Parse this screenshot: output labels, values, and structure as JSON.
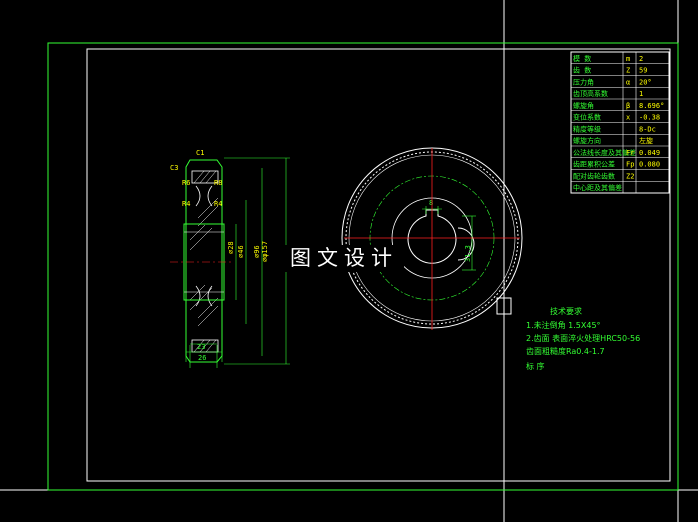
{
  "watermark": "图文设计",
  "side_view": {
    "c1": "C1",
    "c3": "C3",
    "r6": "R6",
    "r8": "R8",
    "r4": "R4",
    "radius_label": "R4",
    "dim_23": "23",
    "dim_26": "26",
    "dia_28": "⌀28",
    "dia_46": "⌀46",
    "dia_96": "⌀96",
    "dia_tip": "⌀φ157"
  },
  "front_view": {
    "keyway_width": "8",
    "keyway_depth": "31.3"
  },
  "params_table": {
    "rows": [
      {
        "name": "模 数",
        "symbol": "m",
        "value": "2"
      },
      {
        "name": "齿 数",
        "symbol": "Z",
        "value": "59"
      },
      {
        "name": "压力角",
        "symbol": "α",
        "value": "20°"
      },
      {
        "name": "齿顶高系数",
        "symbol": "",
        "value": "1"
      },
      {
        "name": "螺旋角",
        "symbol": "β",
        "value": "8.696°"
      },
      {
        "name": "变位系数",
        "symbol": "x",
        "value": "-0.38"
      },
      {
        "name": "精度等级",
        "symbol": "",
        "value": "8-Dc"
      },
      {
        "name": "螺旋方向",
        "symbol": "",
        "value": "左旋"
      },
      {
        "name": "公法线长度及其偏差",
        "symbol": "Fr",
        "value": "0.049"
      },
      {
        "name": "齿距累积公差",
        "symbol": "Fp",
        "value": "0.080"
      },
      {
        "name": "配对齿轮齿数",
        "symbol": "Z2",
        "value": ""
      },
      {
        "name": "中心距及其偏差",
        "symbol": "",
        "value": ""
      }
    ]
  },
  "tech_notes": {
    "title": "技术要求",
    "lines": [
      "1.未注倒角 1.5X45°",
      "2.齿面   表面淬火处理HRC50-56",
      "  齿面粗糙度Ra0.4-1.7",
      "  标  序"
    ]
  },
  "colors": {
    "background": "#000000",
    "outer_border": "#ffffff",
    "green_lines": "#33ff33",
    "yellow_lines": "#ffff00",
    "center_lines": "#ff2020"
  }
}
